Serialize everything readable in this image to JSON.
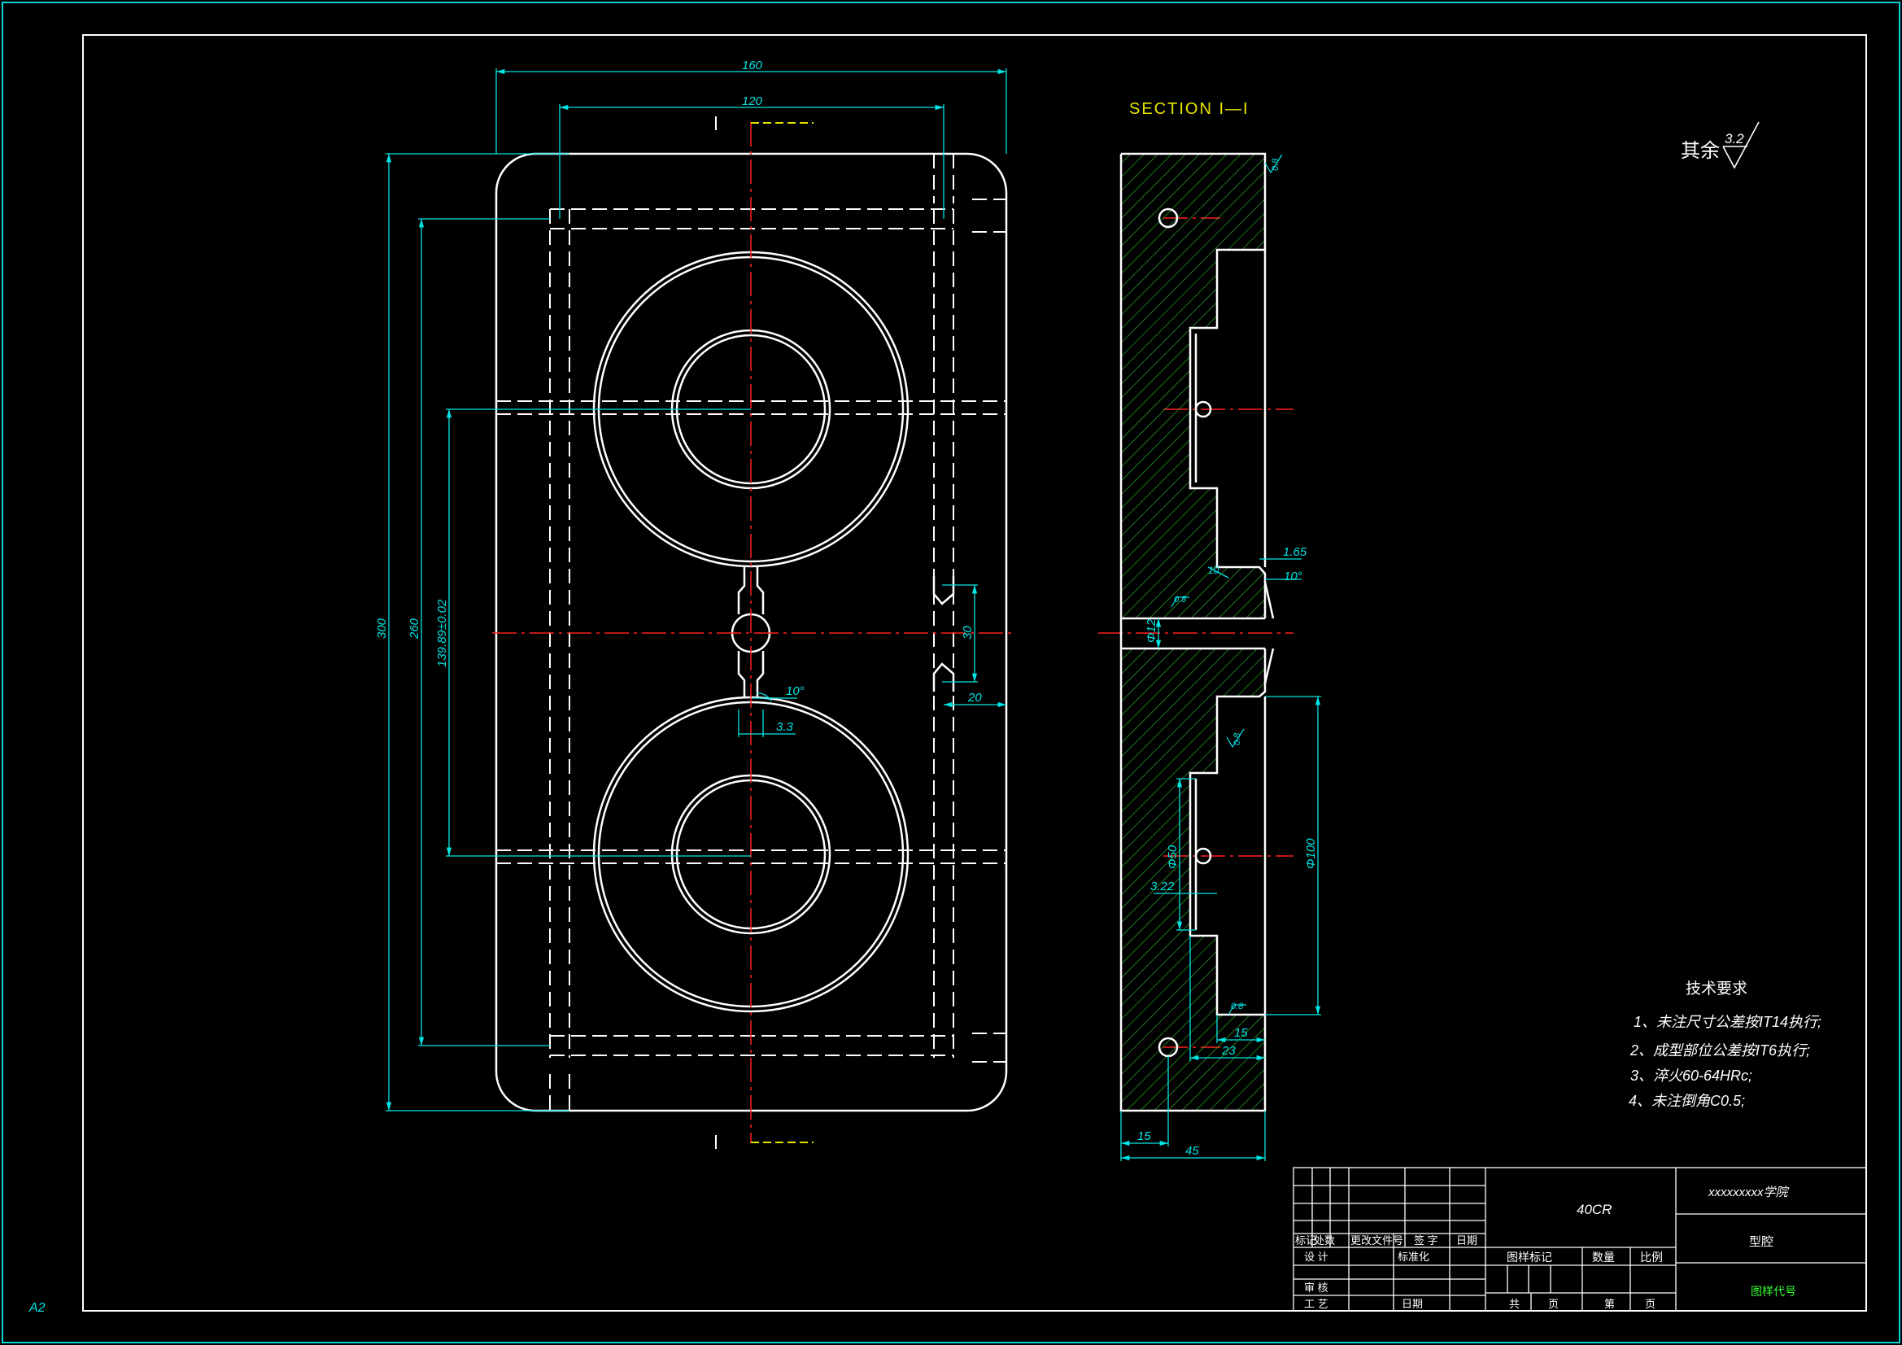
{
  "sheet": {
    "size": "A2"
  },
  "views": {
    "section_label": "SECTION  I—I",
    "cut_mark": "I"
  },
  "roughness": {
    "prefix": "其余",
    "value": "3.2",
    "marks": [
      "0.8",
      "0.8",
      "0.8",
      "0.8"
    ]
  },
  "dimensions": {
    "front": {
      "overall_width": "160",
      "inner_width": "120",
      "overall_height": "300",
      "inner_height": "260",
      "center_distance": "139.89±0.02",
      "gate_spacing": "30",
      "gate_offset": "20",
      "runner_angle": "10°",
      "runner_width": "3.3"
    },
    "section": {
      "step_depth": "1.65",
      "cone_angle": "10°",
      "sprue_dia": "Φ12",
      "cavity_dia": "Φ100",
      "bore_dia": "Φ50",
      "bore_depth": "3.22",
      "cavity_depth": "15",
      "pocket_depth": "23",
      "hole_offset": "15",
      "thickness": "45",
      "chamfer_note": "10"
    }
  },
  "tech_requirements": {
    "title": "技术要求",
    "items": [
      "1、未注尺寸公差按IT14执行;",
      "2、成型部位公差按IT6执行;",
      "3、淬火60-64HRc;",
      "4、未注倒角C0.5;"
    ]
  },
  "title_block": {
    "material": "40CR",
    "school": "xxxxxxxxx学院",
    "part_name": "型腔",
    "drawing_code": "图样代号",
    "rev_headers": [
      "标记",
      "处数",
      "更改文件号",
      "签 字",
      "日期"
    ],
    "roles": [
      "设 计",
      "标准化",
      "审 核",
      "工 艺",
      "日期"
    ],
    "stage_headers": [
      "图样标记",
      "数量",
      "比例"
    ],
    "sheet_labels": [
      "共",
      "页",
      "第",
      "页"
    ]
  },
  "colors": {
    "frame": "#00d8d8",
    "outline": "#ffffff",
    "dimension": "#00e5e5",
    "centerline": "#ff2020",
    "hatch": "#2ea82e",
    "section_label": "#e6e600",
    "code_text": "#33ff33"
  }
}
